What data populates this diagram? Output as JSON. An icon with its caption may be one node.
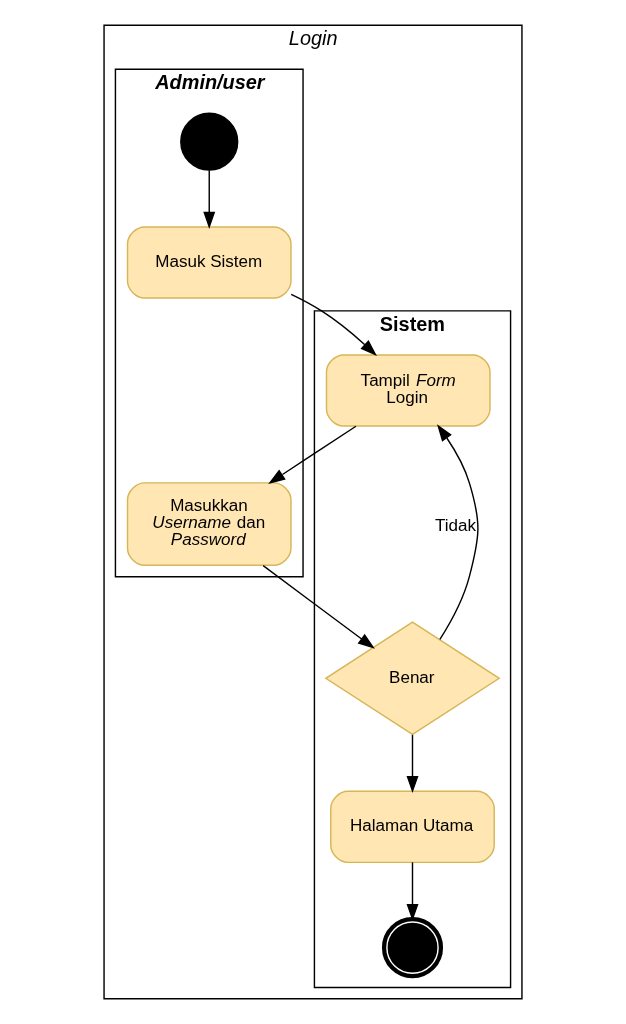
{
  "diagram": {
    "nodes": [
      {
        "text": [
          "Login"
        ]
      },
      {
        "text": [
          "Admin/user"
        ],
        "in": 0
      },
      {
        "text": [
          "Sistem"
        ],
        "in": 0
      },
      {
        "text": [],
        "shape": "circle",
        "in": 1
      },
      {
        "text": [
          "Masuk Sistem"
        ],
        "in": 1
      },
      {
        "text": [
          "Tampil *Form* Login"
        ],
        "in": 2
      },
      {
        "text": [
          "Masukkan *Username* dan *Password*"
        ],
        "in": 1
      },
      {
        "text": [
          "Benar"
        ],
        "in": 2
      },
      {
        "text": [
          "Halaman Utama"
        ],
        "in": 2
      },
      {
        "text": [],
        "shape": "circle",
        "in": 2
      }
    ],
    "edges": [
      {
        "from": 3,
        "to": 4,
        "arrow": "to"
      },
      {
        "from": 4,
        "to": 5,
        "arrow": "to"
      },
      {
        "from": 5,
        "to": 6,
        "arrow": "to"
      },
      {
        "from": 6,
        "to": 7,
        "arrow": "to"
      },
      {
        "from": 7,
        "to": 5,
        "label": "Tidak",
        "arrow": "to"
      },
      {
        "from": 7,
        "to": 8,
        "arrow": "to"
      },
      {
        "from": 8,
        "to": 9,
        "arrow": "to"
      }
    ]
  }
}
